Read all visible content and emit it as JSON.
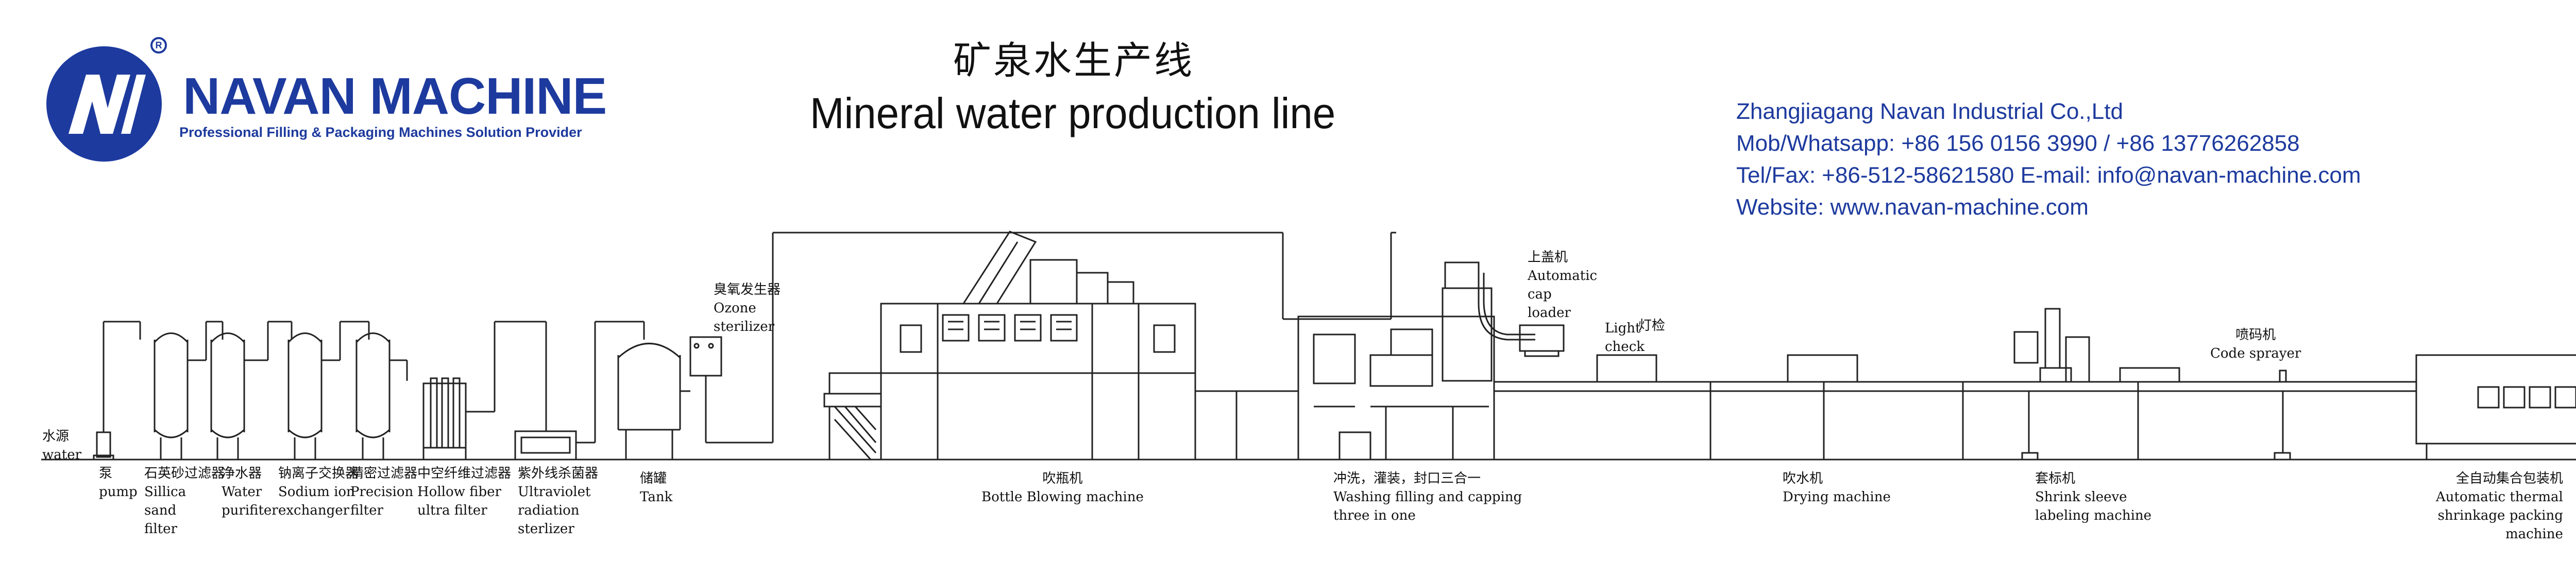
{
  "header": {
    "title_zh": "矿泉水生产线",
    "title_en": "Mineral water production line"
  },
  "logo": {
    "brand": "NAVAN MACHINE",
    "tagline": "Professional Filling & Packaging Machines Solution Provider",
    "registered_mark": "R"
  },
  "contact": {
    "company": "Zhangjiagang Navan Industrial Co.,Ltd",
    "mobile": "Mob/Whatsapp: +86 156 0156 3990 / +86 13776262858",
    "telfax": "Tel/Fax: +86-512-58621580   E-mail: info@navan-machine.com",
    "website": "Website: www.navan-machine.com"
  },
  "colors": {
    "brand_blue": "#1d3a9e",
    "line": "#222222"
  },
  "labels": {
    "water_source": {
      "zh": "水源",
      "en": "water"
    },
    "pump": {
      "zh": "泵",
      "en": "pump"
    },
    "sand_filter": {
      "zh": "石英砂过滤器",
      "en1": "Sillica",
      "en2": "sand",
      "en3": "filter"
    },
    "purifier": {
      "zh": "净水器",
      "en1": "Water",
      "en2": "purifiter"
    },
    "sodium": {
      "zh": "钠离子交换器",
      "en1": "Sodium ion",
      "en2": "exchanger"
    },
    "precision": {
      "zh": "精密过滤器",
      "en1": "Precision",
      "en2": "filter"
    },
    "hollow": {
      "zh": "中空纤维过滤器",
      "en1": "Hollow fiber",
      "en2": "ultra filter"
    },
    "uv": {
      "zh": "紫外线杀菌器",
      "en1": "Ultraviolet",
      "en2": "radiation",
      "en3": "sterlizer"
    },
    "tank": {
      "zh": "储罐",
      "en": "Tank"
    },
    "ozone": {
      "zh": "臭氧发生器",
      "en1": "Ozone",
      "en2": "sterilizer"
    },
    "blowing": {
      "zh": "吹瓶机",
      "en": "Bottle Blowing machine"
    },
    "washing": {
      "zh": "冲洗，灌装，封口三合一",
      "en1": "Washing filling and capping",
      "en2": "three in one"
    },
    "cap_loader": {
      "zh": "上盖机",
      "en1": "Automatic",
      "en2": "cap",
      "en3": "loader"
    },
    "light_check": {
      "zh": "灯检",
      "en1": "Light",
      "en2": "check"
    },
    "drying": {
      "zh": "吹水机",
      "en": "Drying machine"
    },
    "shrink_sleeve": {
      "zh": "套标机",
      "en1": "Shrink sleeve",
      "en2": "labeling machine"
    },
    "code_sprayer": {
      "zh": "喷码机",
      "en": "Code sprayer"
    },
    "packing": {
      "zh": "全自动集合包装机",
      "en1": "Automatic thermal",
      "en2": "shrinkage packing",
      "en3": "machine"
    }
  }
}
